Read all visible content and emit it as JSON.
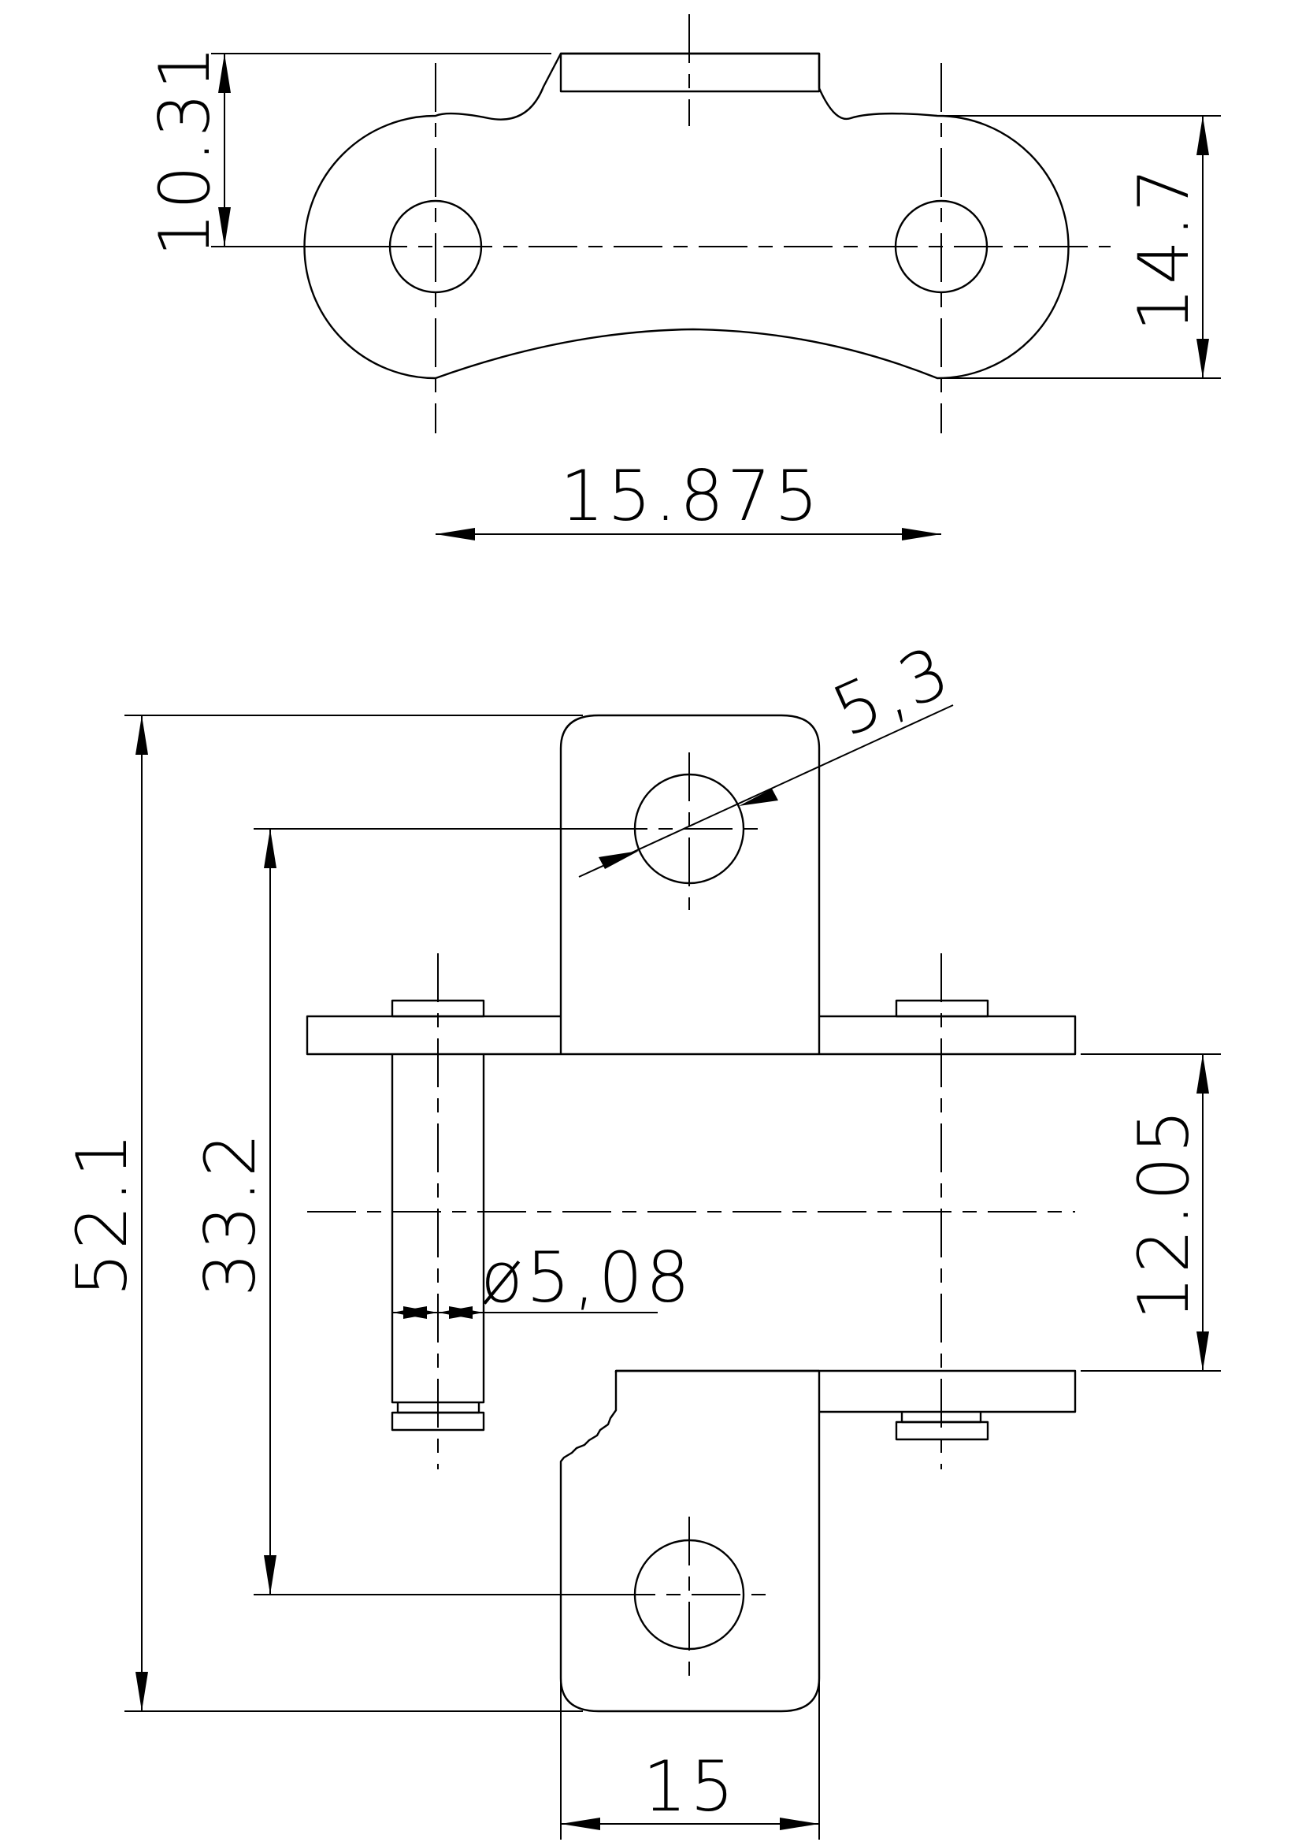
{
  "drawing": {
    "top_view": {
      "dim_height_lug": "10.31",
      "dim_plate_height": "14.7",
      "dim_pitch": "15.875"
    },
    "front_view": {
      "dim_hole": "5,3",
      "dim_total_height": "52.1",
      "dim_hole_spacing": "33.2",
      "dim_pin": "ø5,08",
      "dim_inner_width": "12.05",
      "dim_attachment_width": "15"
    }
  }
}
